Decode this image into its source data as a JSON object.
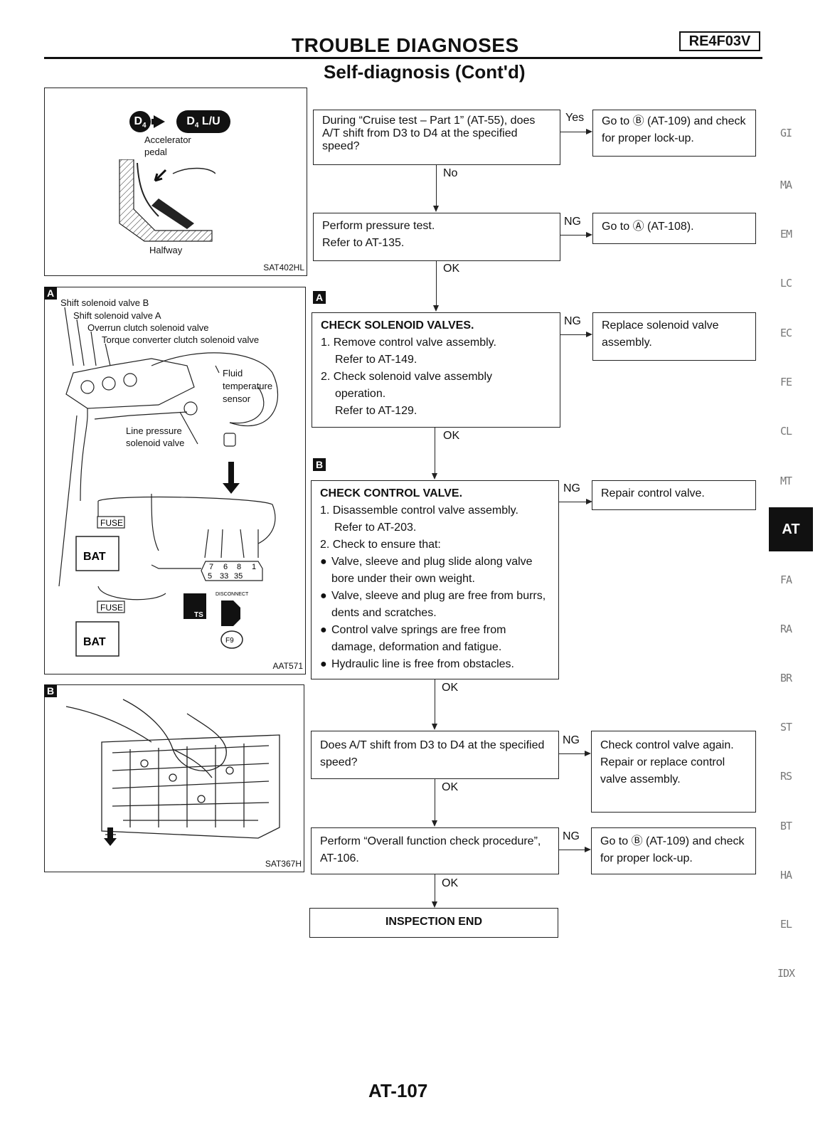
{
  "header": {
    "title": "TROUBLE DIAGNOSES",
    "code": "RE4F03V",
    "subtitle": "Self-diagnosis (Cont'd)"
  },
  "fig1": {
    "d4": "D",
    "d4_sub": "4",
    "d4lu": "D",
    "d4lu_sub": "4",
    "d4lu_suffix": " L/U",
    "accel_label": "Accelerator pedal",
    "halfway": "Halfway",
    "code": "SAT402HL"
  },
  "fig2": {
    "letter": "A",
    "labels": [
      "Shift solenoid valve B",
      "Shift solenoid valve A",
      "Overrun clutch solenoid valve",
      "Torque converter clutch solenoid valve"
    ],
    "fluid_temp": "Fluid temperature sensor",
    "line_pressure": "Line pressure solenoid valve",
    "fuse1": "FUSE",
    "fuse2": "FUSE",
    "bat1": "BAT",
    "bat2": "BAT",
    "conn_top": [
      "7",
      "6",
      "8",
      "1"
    ],
    "conn_bottom": [
      "5",
      "33",
      "35"
    ],
    "disconnect": "DISCONNECT",
    "ts": "TS",
    "f9": "F9",
    "code": "AAT571"
  },
  "fig3": {
    "letter": "B",
    "code": "SAT367H"
  },
  "flow": {
    "step1": "During “Cruise test – Part 1” (AT-55), does A/T shift from D3 to D4 at the specified speed?",
    "step1_yes": "Yes",
    "step1_result": "Go to Ⓑ (AT-109) and check for proper lock-up.",
    "step1_no": "No",
    "step2_l1": "Perform pressure test.",
    "step2_l2": "Refer to AT-135.",
    "step2_ng": "NG",
    "step2_result": "Go to Ⓐ (AT-108).",
    "step2_ok": "OK",
    "letter_a": "A",
    "step3_title": "CHECK SOLENOID VALVES.",
    "step3_l1": "1. Remove control valve assembly.",
    "step3_l2": "Refer to AT-149.",
    "step3_l3": "2. Check solenoid valve assembly",
    "step3_l4": "operation.",
    "step3_l5": "Refer to AT-129.",
    "step3_ng": "NG",
    "step3_result": "Replace solenoid valve assembly.",
    "step3_ok": "OK",
    "letter_b": "B",
    "step4_title": "CHECK CONTROL VALVE.",
    "step4_l1": "1. Disassemble control valve assembly.",
    "step4_l2": "Refer to AT-203.",
    "step4_l3": "2. Check to ensure that:",
    "step4_b1": "Valve, sleeve and plug slide along valve bore under their own weight.",
    "step4_b2": "Valve, sleeve and plug are free from burrs, dents and scratches.",
    "step4_b3": "Control valve springs are free from damage, deformation and fatigue.",
    "step4_b4": "Hydraulic line is free from obstacles.",
    "step4_ng": "NG",
    "step4_result": "Repair control valve.",
    "step4_ok": "OK",
    "step5": "Does A/T shift from D3 to D4 at the specified speed?",
    "step5_ng": "NG",
    "step5_result_l1": "Check control valve again.",
    "step5_result_l2": "Repair or replace control valve assembly.",
    "step5_ok": "OK",
    "step6": "Perform “Overall function check procedure”, AT-106.",
    "step6_ng": "NG",
    "step6_result": "Go to Ⓑ (AT-109) and check for proper lock-up.",
    "step6_ok": "OK",
    "end": "INSPECTION END"
  },
  "sidebar": [
    "GI",
    "MA",
    "EM",
    "LC",
    "EC",
    "FE",
    "CL",
    "MT",
    "AT",
    "FA",
    "RA",
    "BR",
    "ST",
    "RS",
    "BT",
    "HA",
    "EL",
    "IDX"
  ],
  "footer": {
    "page": "AT-107"
  }
}
